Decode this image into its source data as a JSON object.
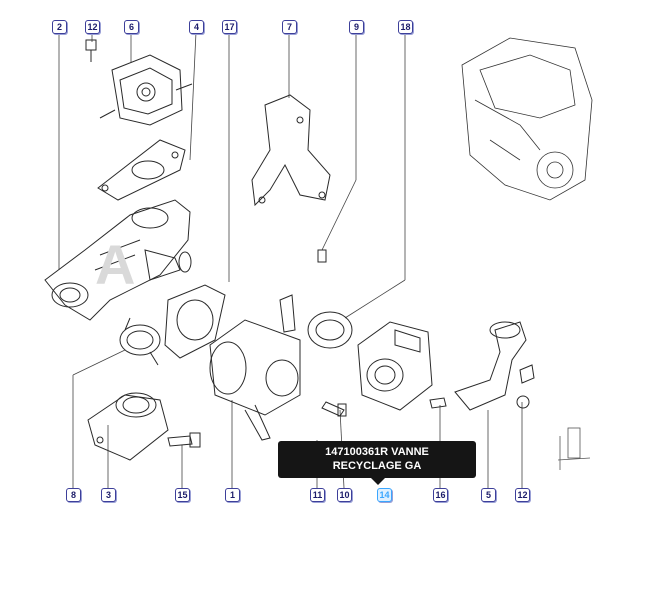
{
  "diagram": {
    "callouts": [
      {
        "id": "callout-2",
        "label": "2"
      },
      {
        "id": "callout-12-top",
        "label": "12"
      },
      {
        "id": "callout-6",
        "label": "6"
      },
      {
        "id": "callout-4",
        "label": "4"
      },
      {
        "id": "callout-17",
        "label": "17"
      },
      {
        "id": "callout-7",
        "label": "7"
      },
      {
        "id": "callout-9",
        "label": "9"
      },
      {
        "id": "callout-18",
        "label": "18"
      },
      {
        "id": "callout-8",
        "label": "8"
      },
      {
        "id": "callout-3",
        "label": "3"
      },
      {
        "id": "callout-15",
        "label": "15"
      },
      {
        "id": "callout-1",
        "label": "1"
      },
      {
        "id": "callout-11",
        "label": "11"
      },
      {
        "id": "callout-10",
        "label": "10"
      },
      {
        "id": "callout-14",
        "label": "14"
      },
      {
        "id": "callout-16",
        "label": "16"
      },
      {
        "id": "callout-5",
        "label": "5"
      },
      {
        "id": "callout-12-bottom",
        "label": "12"
      }
    ],
    "tooltip": {
      "line1": "147100361R VANNE",
      "line2": "RECYCLAGE GA"
    },
    "colors": {
      "callout_border": "#3d3f9a",
      "callout_active": "#3aa6ff",
      "tooltip_bg": "#151515"
    }
  }
}
